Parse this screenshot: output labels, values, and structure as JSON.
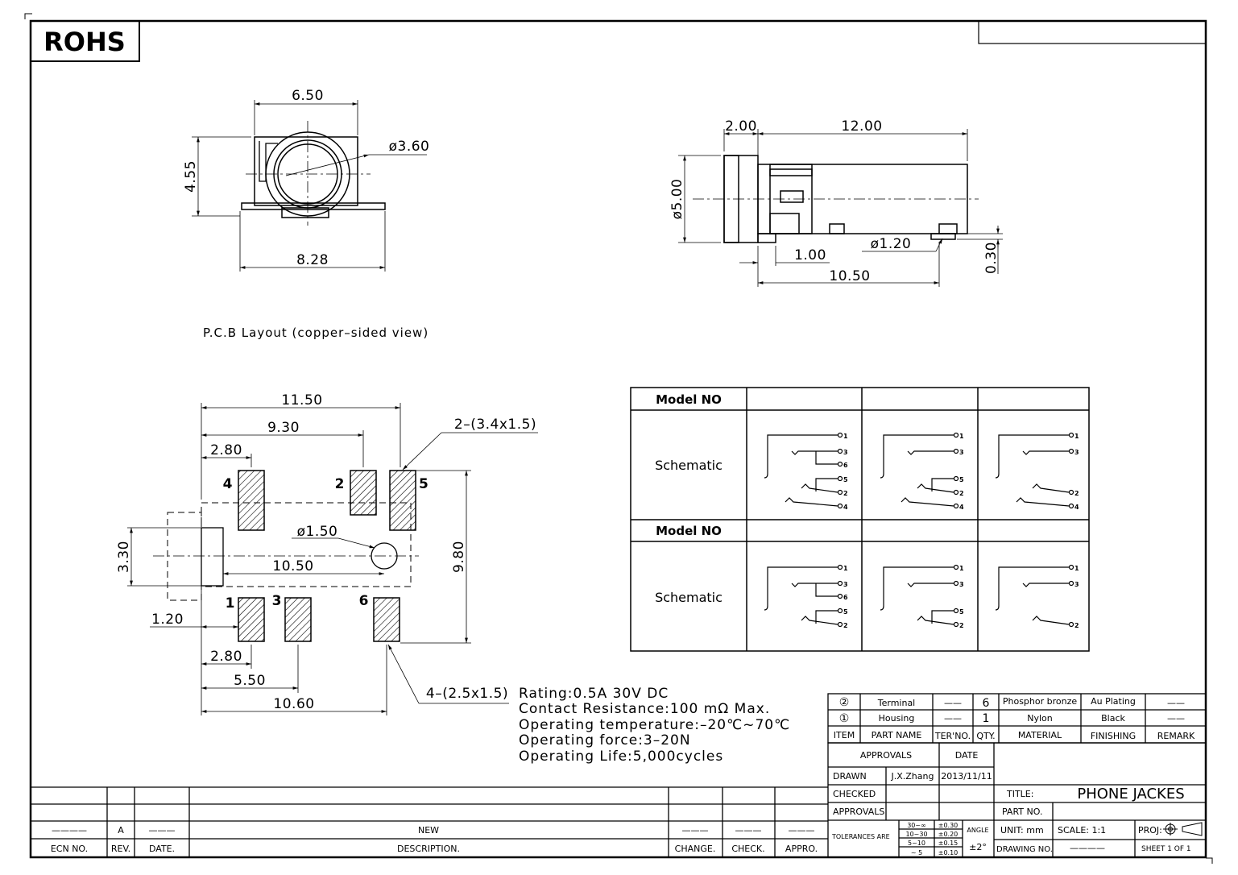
{
  "rohs_badge": "ROHS",
  "front_view": {
    "width_top": "6.50",
    "height": "4.55",
    "diameter": "ø3.60",
    "width_base": "8.28"
  },
  "side_view": {
    "flange": "2.00",
    "body_length": "12.00",
    "diameter": "ø5.00",
    "pin_offset": "1.00",
    "pin_diameter": "ø1.20",
    "overall_length": "10.50",
    "pin_height": "0.30"
  },
  "pcb_layout": {
    "title": "P.C.B Layout (copper–sided view)",
    "dim_11_50": "11.50",
    "dim_9_30": "9.30",
    "dim_2_80_top": "2.80",
    "pad_callout_top": "2–(3.4x1.5)",
    "hole": "ø1.50",
    "dim_10_50": "10.50",
    "dim_3_30": "3.30",
    "dim_9_80": "9.80",
    "dim_1_20": "1.20",
    "dim_2_80_bottom": "2.80",
    "dim_5_50": "5.50",
    "dim_10_60": "10.60",
    "pad_callout_bottom": "4–(2.5x1.5)",
    "pads": [
      "1",
      "2",
      "3",
      "4",
      "5",
      "6"
    ]
  },
  "specs": [
    "Rating:0.5A 30V DC",
    "Contact Resistance:100 mΩ Max.",
    "Operating temperature:–20℃~70℃",
    "Operating force:3–20N",
    "Operating Life:5,000cycles"
  ],
  "schematic_table": {
    "model_label": "Model NO",
    "schematic_label": "Schematic",
    "pin_labels": [
      "1",
      "3",
      "6",
      "5",
      "2",
      "4"
    ]
  },
  "bom": {
    "rows": [
      {
        "item": "②",
        "part": "Terminal",
        "ter": "——",
        "qty": "6",
        "material": "Phosphor bronze",
        "finish": "Au Plating",
        "remark": "——"
      },
      {
        "item": "①",
        "part": "Housing",
        "ter": "——",
        "qty": "1",
        "material": "Nylon",
        "finish": "Black",
        "remark": "——"
      }
    ],
    "headers": {
      "item": "ITEM",
      "part": "PART NAME",
      "ter": "TER'NO.",
      "qty": "QTY.",
      "material": "MATERIAL",
      "finish": "FINISHING",
      "remark": "REMARK"
    }
  },
  "title_block": {
    "approvals": "APPROVALS",
    "date": "DATE",
    "drawn": "DRAWN",
    "drawn_by": "J.X.Zhang",
    "drawn_date": "2013/11/11",
    "checked": "CHECKED",
    "approvals_row": "APPROVALS",
    "title_label": "TITLE:",
    "title_value": "PHONE JACKES",
    "part_no": "PART NO.",
    "tolerances": "TOLERANCES ARE",
    "tol_ranges": [
      "30~∞",
      "10~30",
      "5~10",
      "~ 5"
    ],
    "tol_values": [
      "±0.30",
      "±0.20",
      "±0.15",
      "±0.10"
    ],
    "angle": "ANGLE",
    "angle_value": "±2°",
    "unit": "UNIT: mm",
    "scale": "SCALE:  1:1",
    "proj": "PROJ:",
    "drawing_no": "DRAWING NO.",
    "drawing_no_value": "————",
    "sheet": "SHEET  1  OF  1"
  },
  "revision_block": {
    "rev_dash": "————",
    "rev_value": "A",
    "date_dash": "———",
    "description_value": "NEW",
    "change_dash": "———",
    "check_dash": "———",
    "appro_dash": "———",
    "headers": {
      "ecn": "ECN NO.",
      "rev": "REV.",
      "date": "DATE.",
      "description": "DESCRIPTION.",
      "change": "CHANGE.",
      "check": "CHECK.",
      "appro": "APPRO."
    }
  }
}
